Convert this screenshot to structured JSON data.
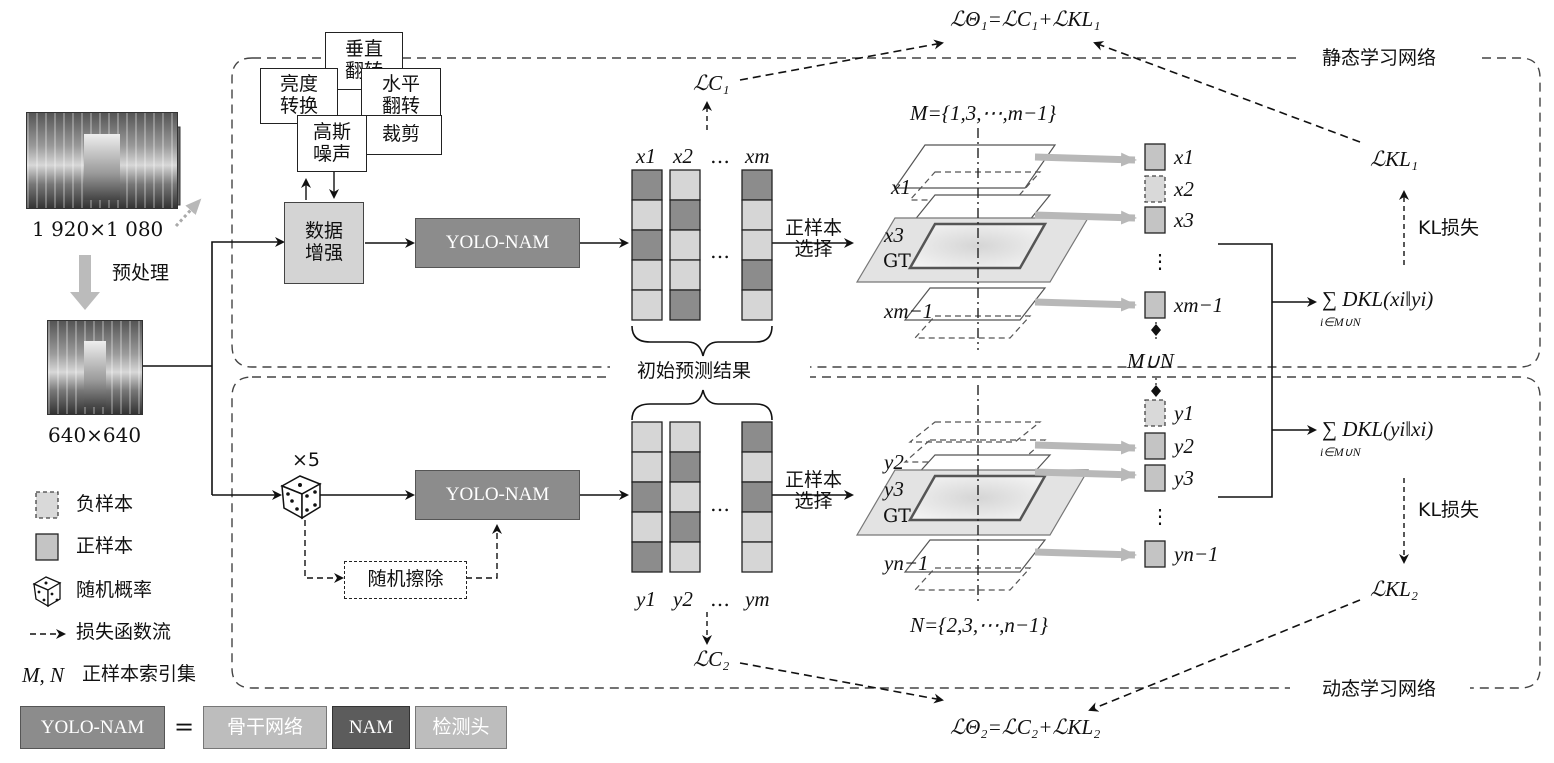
{
  "loss_top": "ℒΘ₁=ℒC₁+ℒKL₁",
  "loss_bottom": "ℒΘ₂=ℒC₂+ℒKL₂",
  "loss_c1": "ℒC₁",
  "loss_c2": "ℒC₂",
  "loss_kl1": "ℒKL₁",
  "loss_kl2": "ℒKL₂",
  "static_net": "静态学习网络",
  "dynamic_net": "动态学习网络",
  "aug_ops": {
    "vflip": [
      "垂直",
      "翻转"
    ],
    "brightness": [
      "亮度",
      "转换"
    ],
    "hflip": [
      "水平",
      "翻转"
    ],
    "gauss": [
      "高斯",
      "噪声"
    ],
    "crop": "裁剪"
  },
  "input_size": "1 920×1 080",
  "preprocess": "预处理",
  "resized_size": "640×640",
  "data_aug": [
    "数据",
    "增强"
  ],
  "yolo": "YOLO-NAM",
  "x_labels": [
    "x1",
    "x2",
    "…",
    "xm"
  ],
  "y_labels": [
    "y1",
    "y2",
    "…",
    "ym"
  ],
  "initial_results": "初始预测结果",
  "pos_select": [
    "正样本",
    "选择"
  ],
  "M_set": "M={1,3,⋯,m−1}",
  "N_set": "N={2,3,⋯,n−1}",
  "top_planes": [
    "x1",
    "x3",
    "GT",
    "xm−1"
  ],
  "bottom_planes": [
    "y2",
    "y3",
    "GT",
    "yn−1"
  ],
  "top_samples": [
    "x1",
    "x2",
    "x3",
    "xm−1"
  ],
  "bottom_samples": [
    "y1",
    "y2",
    "y3",
    "yn−1"
  ],
  "union": "M∪N",
  "kl_top": "∑ DKL(xi‖yi)",
  "kl_bottom": "∑ DKL(yi‖xi)",
  "sum_index": "i∈M∪N",
  "kl_loss": "KL损失",
  "times5": "×5",
  "random_erase": "随机擦除",
  "legend": {
    "negative": "负样本",
    "positive": "正样本",
    "random_prob": "随机概率",
    "loss_flow": "损失函数流",
    "mn_key": "M, N",
    "mn_desc": "正样本索引集"
  },
  "yolo_eq": [
    "YOLO-NAM",
    "=",
    "骨干网络",
    "NAM",
    "检测头"
  ],
  "colors": {
    "dark_cell": "#8c8c8c",
    "light_cell": "#d6d6d6",
    "arrow_gray": "#b8b8b8",
    "yolo_fill": "#8c8c8c",
    "nam_fill": "#5c5c5c"
  },
  "top_column_pattern": [
    "dark",
    "light",
    "dark",
    "light",
    "light"
  ],
  "bottom_column_pattern": [
    "light",
    "light",
    "dark",
    "light",
    "dark"
  ]
}
